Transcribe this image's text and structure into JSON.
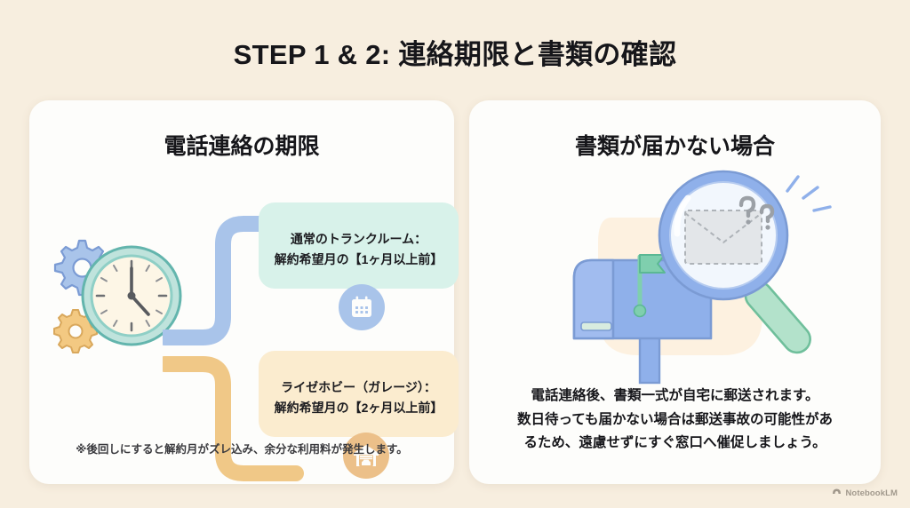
{
  "page": {
    "title": "STEP 1 & 2: 連絡期限と書類の確認",
    "background_color": "#f7eedf",
    "card_color": "#fdfdfb"
  },
  "left_card": {
    "heading": "電話連絡の期限",
    "illustration": "clock-gears-illustration",
    "callouts": [
      {
        "icon": "calendar-icon",
        "icon_badge_color": "#a9c4ea",
        "connector_color": "#a9c4ea",
        "box_color": "#d8f2ea",
        "line1": "通常のトランクルーム：",
        "line2": "解約希望月の【1ヶ月以上前】"
      },
      {
        "icon": "garage-icon",
        "icon_badge_color": "#ecc089",
        "connector_color": "#f0c887",
        "box_color": "#fbeccf",
        "line1": "ライゼホビー（ガレージ）：",
        "line2": "解約希望月の【2ヶ月以上前】"
      }
    ],
    "footnote": "※後回しにすると解約月がズレ込み、余分な利用料が発生します。"
  },
  "right_card": {
    "heading": "書類が届かない場合",
    "illustration": "mailbox-magnifier-illustration",
    "envelope_marks": "??",
    "body_lines": [
      "電話連絡後、書類一式が自宅に郵送されます。",
      "数日待っても届かない場合は郵送事故の可能性があ",
      "るため、遠慮せずにすぐ窓口へ催促しましょう。"
    ]
  },
  "watermark": {
    "icon": "notebooklm-icon",
    "label": "NotebookLM"
  }
}
